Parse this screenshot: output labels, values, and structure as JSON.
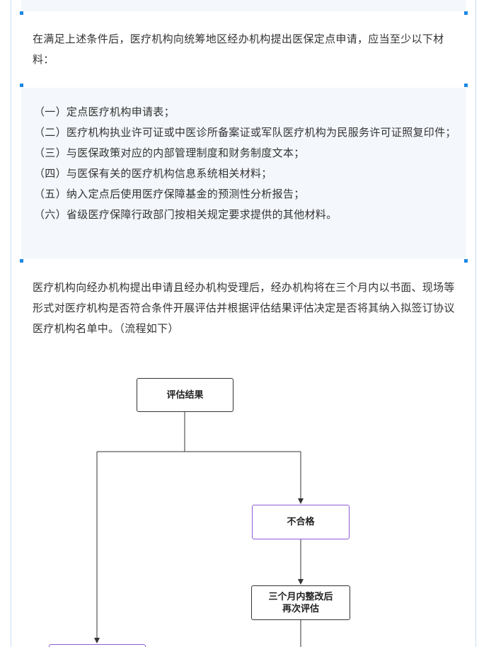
{
  "intro_paragraph": "在满足上述条件后，医疗机构向统筹地区经办机构提出医保定点申请，应当至少以下材料：",
  "materials": [
    "（一）定点医疗机构申请表；",
    "（二）医疗机构执业许可证或中医诊所备案证或军队医疗机构为民服务许可证照复印件；",
    "（三）与医保政策对应的内部管理制度和财务制度文本；",
    "（四）与医保有关的医疗机构信息系统相关材料；",
    "（五）纳入定点后使用医疗保障基金的预测性分析报告；",
    "（六）省级医疗保障行政部门按相关规定要求提供的其他材料。"
  ],
  "process_paragraph": "医疗机构向经办机构提出申请且经办机构受理后，经办机构将在三个月内以书面、现场等形式对医疗机构是否符合条件开展评估并根据评估结果评估决定是否将其纳入拟签订协议医疗机构名单中。（流程如下）",
  "flowchart": {
    "root": "评估结果",
    "fail": "不合格",
    "recheck_line1": "三个月内整改后",
    "recheck_line2": "再次评估"
  },
  "colors": {
    "accent": "#1e88e5",
    "shaded": "#f4f7fb",
    "node_fail_border": "#8e5bd6"
  }
}
